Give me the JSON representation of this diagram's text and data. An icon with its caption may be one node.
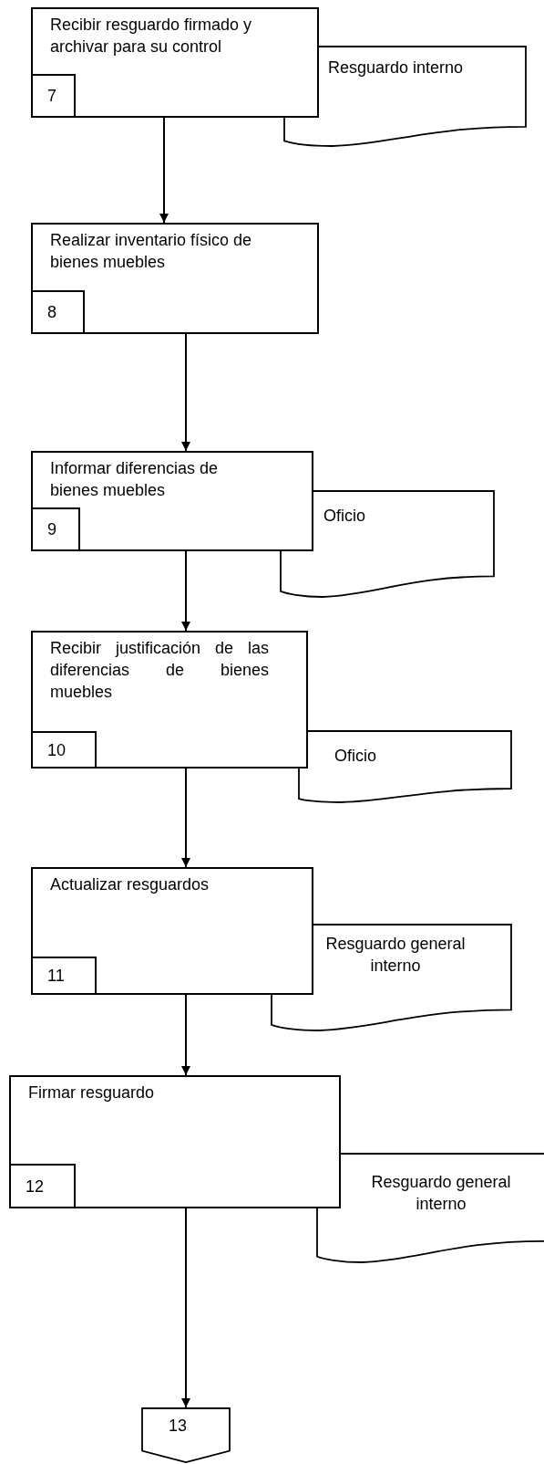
{
  "diagram": {
    "nodes": [
      {
        "text": [
          "Recibir resguardo firmado y archivar para su control"
        ]
      },
      {
        "text": [
          "7"
        ],
        "in": 0
      },
      {
        "text": [
          "Resguardo interno"
        ]
      },
      {
        "text": [
          "Realizar inventario físico de bienes muebles"
        ]
      },
      {
        "text": [
          "8"
        ],
        "in": 3
      },
      {
        "text": [
          "Informar diferencias de bienes muebles"
        ]
      },
      {
        "text": [
          "9"
        ],
        "in": 5
      },
      {
        "text": [
          "Oficio"
        ]
      },
      {
        "text": [
          "Recibir justificación de las diferencias de bienes muebles"
        ]
      },
      {
        "text": [
          "10"
        ],
        "in": 8
      },
      {
        "text": [
          "Oficio"
        ]
      },
      {
        "text": [
          "Actualizar resguardos"
        ]
      },
      {
        "text": [
          "11"
        ],
        "in": 11
      },
      {
        "text": [
          "Resguardo general interno"
        ]
      },
      {
        "text": [
          "Firmar resguardo"
        ]
      },
      {
        "text": [
          "12"
        ],
        "in": 14
      },
      {
        "text": [
          "Resguardo general interno"
        ]
      },
      {
        "text": [
          "13"
        ]
      }
    ],
    "edges": [
      {
        "from": 0,
        "to": 3,
        "arrow": "to"
      },
      {
        "from": 3,
        "to": 5,
        "arrow": "to"
      },
      {
        "from": 5,
        "to": 8,
        "arrow": "to"
      },
      {
        "from": 8,
        "to": 11,
        "arrow": "to"
      },
      {
        "from": 11,
        "to": 14,
        "arrow": "to"
      },
      {
        "from": 14,
        "to": 17,
        "arrow": "to"
      }
    ]
  }
}
